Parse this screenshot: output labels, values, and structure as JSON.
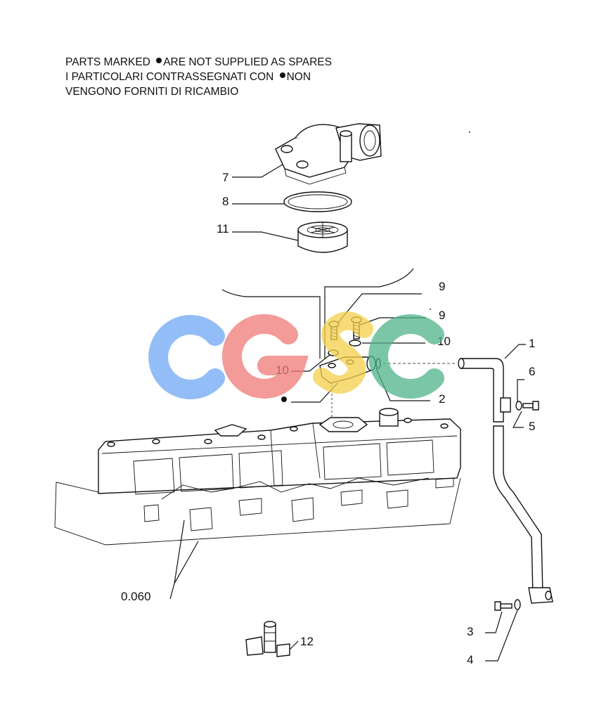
{
  "notice": {
    "line1_a": "PARTS MARKED ",
    "line1_b": "ARE NOT SUPPLIED AS SPARES",
    "line2_a": "I PARTICOLARI  CONTRASSEGNATI  CON  ",
    "line2_b": "NON",
    "line3": "VENGONO FORNITI DI RICAMBIO"
  },
  "callouts": {
    "c7": "7",
    "c8": "8",
    "c11": "11",
    "c9a": "9",
    "c9b": "9",
    "c10a": "10",
    "c10b": "10",
    "c1": "1",
    "c2": "2",
    "c6": "6",
    "c5": "5",
    "c0060": "0.060",
    "c3": "3",
    "c4": "4",
    "c12": "12"
  },
  "watermark": {
    "letters": [
      "C",
      "G",
      "S",
      "C"
    ],
    "colors": [
      "#6fa8f5",
      "#f07a78",
      "#f5d04a",
      "#4fb48a"
    ]
  }
}
